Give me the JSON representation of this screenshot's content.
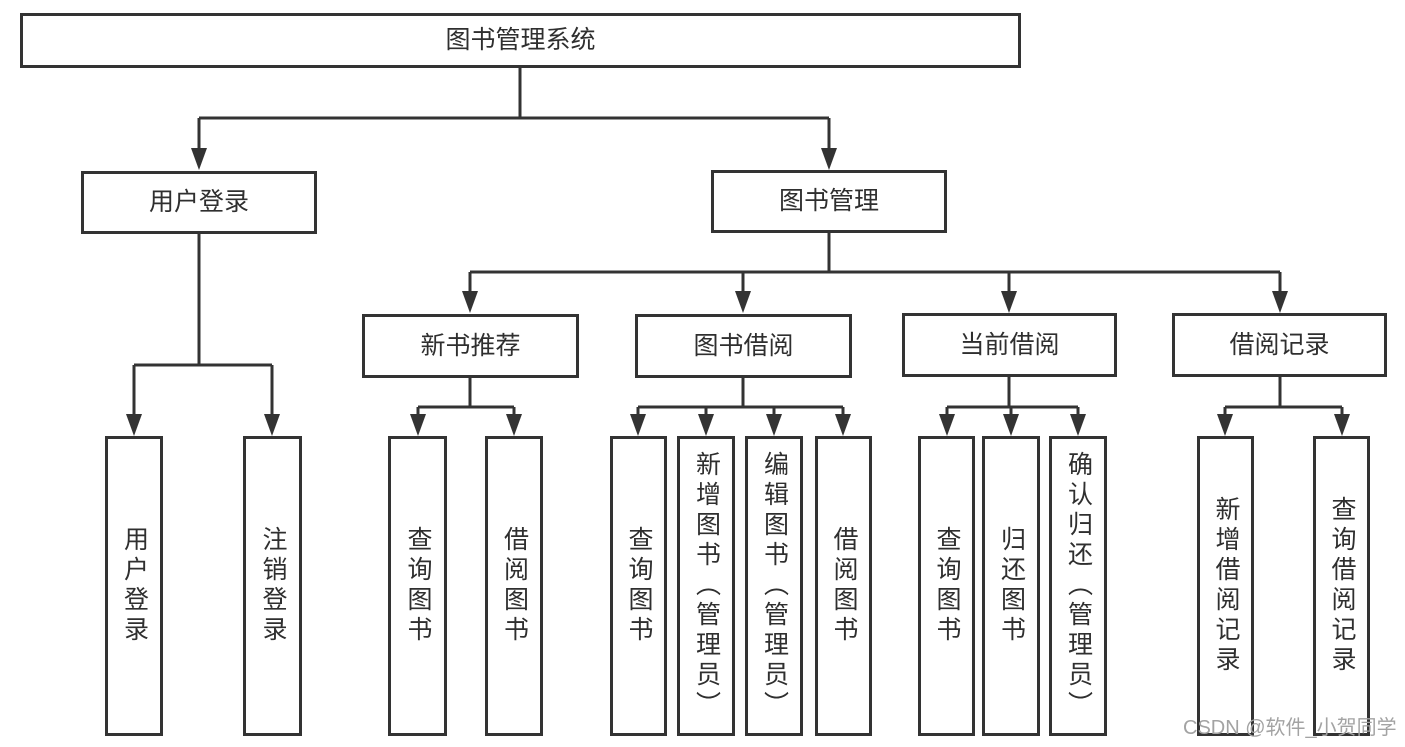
{
  "diagram": {
    "root": {
      "label": "图书管理系统"
    },
    "level2": [
      {
        "label": "用户登录"
      },
      {
        "label": "图书管理"
      }
    ],
    "level3": [
      {
        "label": "新书推荐",
        "parent": "图书管理"
      },
      {
        "label": "图书借阅",
        "parent": "图书管理"
      },
      {
        "label": "当前借阅",
        "parent": "图书管理"
      },
      {
        "label": "借阅记录",
        "parent": "图书管理"
      }
    ],
    "leaves": [
      {
        "label": "用户登录",
        "parent": "用户登录"
      },
      {
        "label": "注销登录",
        "parent": "用户登录"
      },
      {
        "label": "查询图书",
        "parent": "新书推荐"
      },
      {
        "label": "借阅图书",
        "parent": "新书推荐"
      },
      {
        "label": "查询图书",
        "parent": "图书借阅"
      },
      {
        "label": "新增图书（管理员）",
        "parent": "图书借阅"
      },
      {
        "label": "编辑图书（管理员）",
        "parent": "图书借阅"
      },
      {
        "label": "借阅图书",
        "parent": "图书借阅"
      },
      {
        "label": "查询图书",
        "parent": "当前借阅"
      },
      {
        "label": "归还图书",
        "parent": "当前借阅"
      },
      {
        "label": "确认归还（管理员）",
        "parent": "当前借阅"
      },
      {
        "label": "新增借阅记录",
        "parent": "借阅记录"
      },
      {
        "label": "查询借阅记录",
        "parent": "借阅记录"
      }
    ],
    "watermark": "CSDN @软件_小贺同学",
    "colors": {
      "line": "#333333",
      "box_border": "#333333",
      "box_background": "#ffffff",
      "text": "#2f2f2f",
      "watermark": "#a3a3a3",
      "page_background": "#ffffff"
    }
  }
}
